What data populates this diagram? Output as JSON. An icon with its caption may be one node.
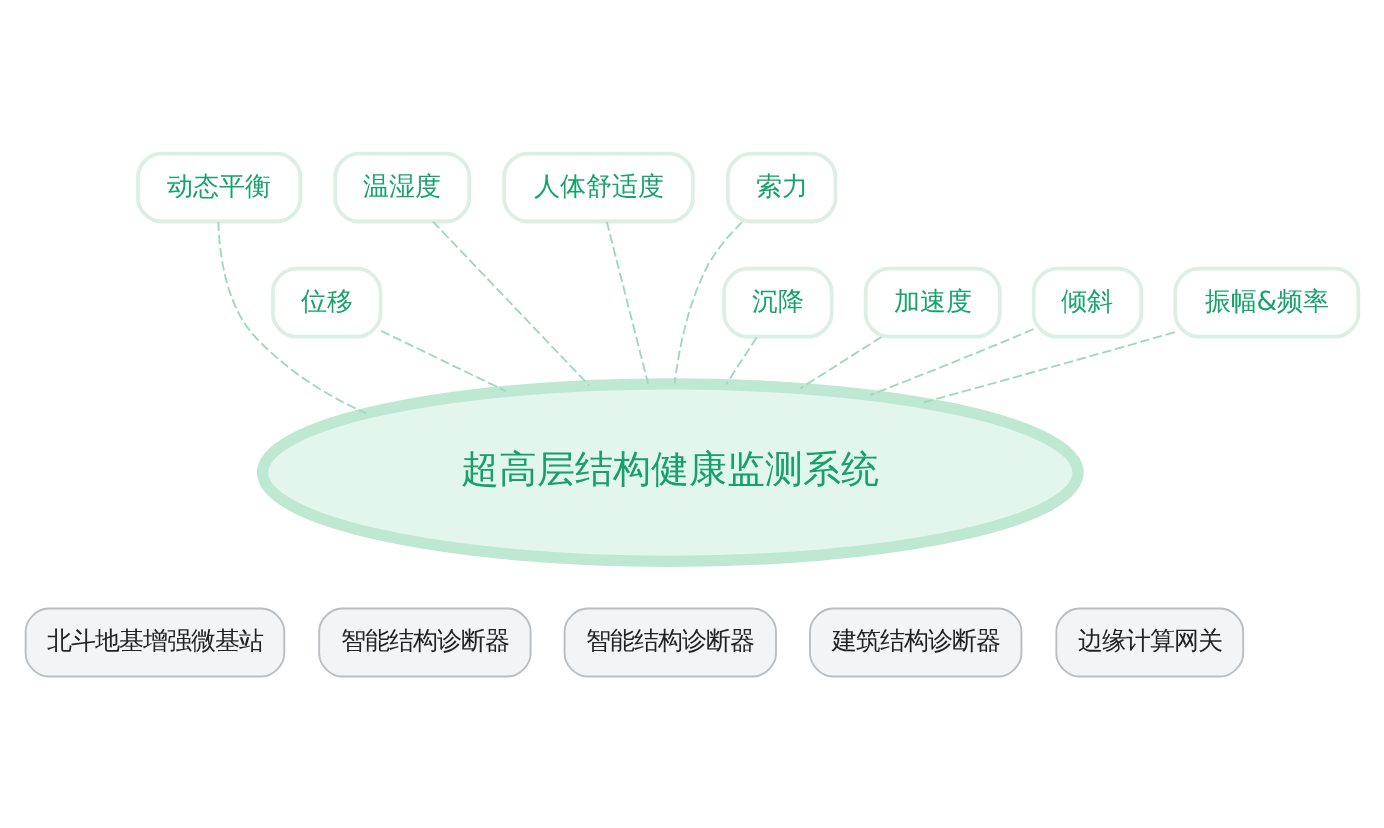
{
  "diagram": {
    "nodes": [
      {
        "text": [
          "超高层结构健康监测系统"
        ]
      },
      {
        "text": [
          "动态平衡"
        ]
      },
      {
        "text": [
          "温湿度"
        ]
      },
      {
        "text": [
          "人体舒适度"
        ]
      },
      {
        "text": [
          "索力"
        ]
      },
      {
        "text": [
          "位移"
        ]
      },
      {
        "text": [
          "沉降"
        ]
      },
      {
        "text": [
          "加速度"
        ]
      },
      {
        "text": [
          "倾斜"
        ]
      },
      {
        "text": [
          "振幅&频率"
        ]
      },
      {
        "text": [
          "北斗地基增强微基站"
        ]
      },
      {
        "text": [
          "智能结构诊断器"
        ]
      },
      {
        "text": [
          "智能结构诊断器"
        ]
      },
      {
        "text": [
          "建筑结构诊断器"
        ]
      },
      {
        "text": [
          "边缘计算网关"
        ]
      }
    ],
    "edges": [
      {
        "from": 1,
        "to": 0,
        "arrow": "none",
        "style": "dashed"
      },
      {
        "from": 2,
        "to": 0,
        "arrow": "none",
        "style": "dashed"
      },
      {
        "from": 3,
        "to": 0,
        "arrow": "none",
        "style": "dashed"
      },
      {
        "from": 4,
        "to": 0,
        "arrow": "none",
        "style": "dashed"
      },
      {
        "from": 5,
        "to": 0,
        "arrow": "none",
        "style": "dashed"
      },
      {
        "from": 6,
        "to": 0,
        "arrow": "none",
        "style": "dashed"
      },
      {
        "from": 7,
        "to": 0,
        "arrow": "none",
        "style": "dashed"
      },
      {
        "from": 8,
        "to": 0,
        "arrow": "none",
        "style": "dashed"
      },
      {
        "from": 9,
        "to": 0,
        "arrow": "none",
        "style": "dashed"
      }
    ]
  }
}
